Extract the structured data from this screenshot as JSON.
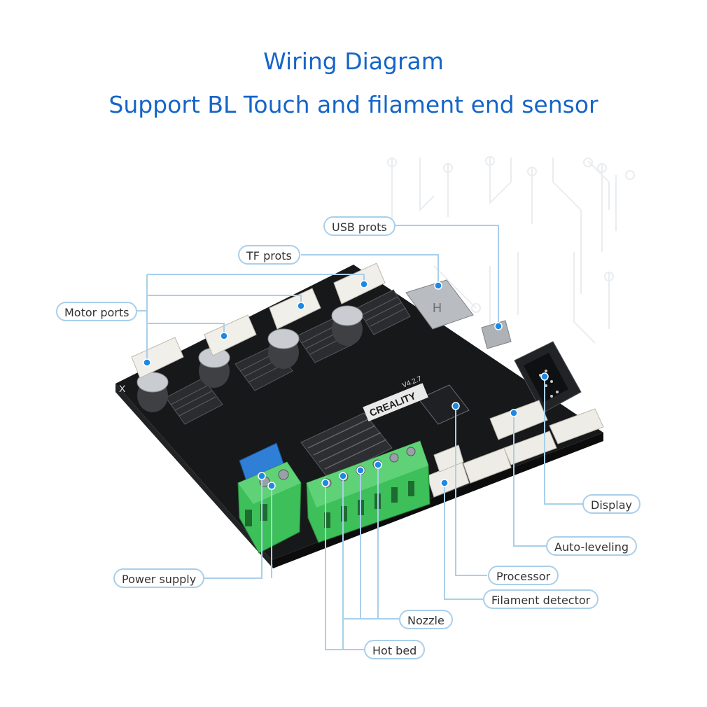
{
  "title": "Wiring Diagram",
  "subtitle": "Support BL Touch and filament end sensor",
  "labels": {
    "usb_ports": "USB prots",
    "tf_ports": "TF prots",
    "motor_ports": "Motor ports",
    "display": "Display",
    "auto_leveling": "Auto-leveling",
    "processor": "Processor",
    "filament_detector": "Filament detector",
    "nozzle": "Nozzle",
    "hot_bed": "Hot bed",
    "power_supply": "Power supply"
  },
  "board": {
    "brand": "CREALITY",
    "version": "V4.2.7",
    "axis_mark": "X"
  },
  "colors": {
    "title_blue": "#1565c8",
    "leader_line": "#a9cfea",
    "dot": "#1e88e5",
    "pcb": "#17181a",
    "terminal_green": "#3dbf5a",
    "fuse_blue": "#2f7fd6"
  }
}
